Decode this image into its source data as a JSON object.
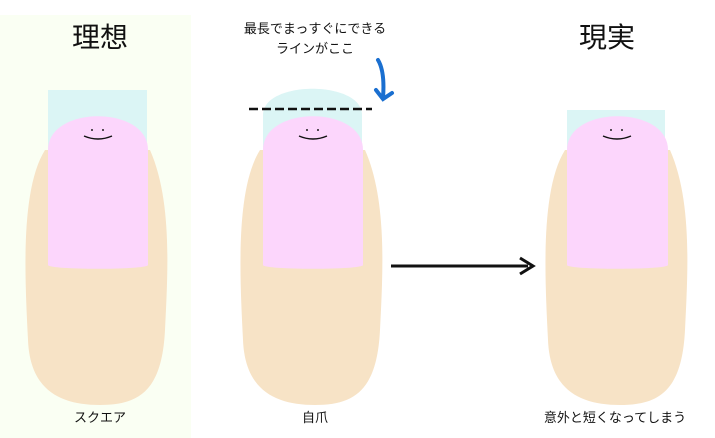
{
  "ideal": {
    "title": "理想",
    "caption": "スクエア"
  },
  "middle": {
    "note_line1": "最長でまっすぐにできる",
    "note_line2": "ラインがここ",
    "caption": "自爪"
  },
  "reality": {
    "title": "現実",
    "caption": "意外と短くなってしまう"
  },
  "colors": {
    "panel_bg": "#fafff3",
    "skin": "#f7e3c6",
    "free_edge": "#dbf5f5",
    "nail": "#fcd6fc",
    "arrow_blue": "#1a6fd0"
  }
}
